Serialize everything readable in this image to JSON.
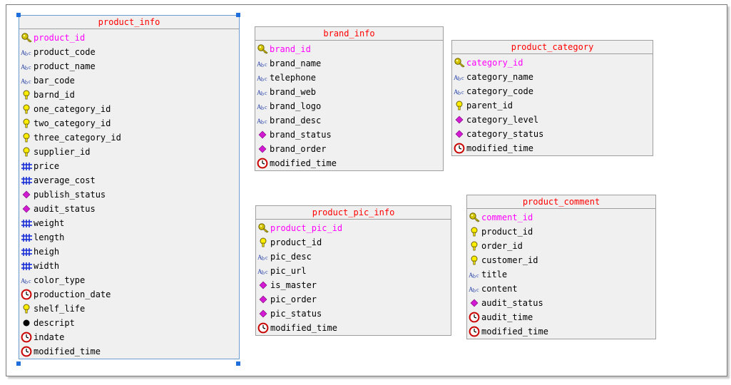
{
  "colors": {
    "title": "#ff0000",
    "primary_key": "#ff00ff",
    "text": "#000000",
    "entity_bg": "#f0f0f0",
    "selection_handle": "#1e6fdc"
  },
  "entities": {
    "product_info": {
      "title": "product_info",
      "fields": [
        {
          "name": "product_id",
          "icon": "primary-key-icon"
        },
        {
          "name": "product_code",
          "icon": "string-type-icon"
        },
        {
          "name": "product_name",
          "icon": "string-type-icon"
        },
        {
          "name": "bar_code",
          "icon": "string-type-icon"
        },
        {
          "name": "barnd_id",
          "icon": "foreign-key-icon"
        },
        {
          "name": "one_category_id",
          "icon": "foreign-key-icon"
        },
        {
          "name": "two_category_id",
          "icon": "foreign-key-icon"
        },
        {
          "name": "three_category_id",
          "icon": "foreign-key-icon"
        },
        {
          "name": "supplier_id",
          "icon": "foreign-key-icon"
        },
        {
          "name": "price",
          "icon": "numeric-type-icon"
        },
        {
          "name": "average_cost",
          "icon": "numeric-type-icon"
        },
        {
          "name": "publish_status",
          "icon": "enum-type-icon"
        },
        {
          "name": "audit_status",
          "icon": "enum-type-icon"
        },
        {
          "name": "weight",
          "icon": "numeric-type-icon"
        },
        {
          "name": "length",
          "icon": "numeric-type-icon"
        },
        {
          "name": "heigh",
          "icon": "numeric-type-icon"
        },
        {
          "name": "width",
          "icon": "numeric-type-icon"
        },
        {
          "name": "color_type",
          "icon": "string-type-icon"
        },
        {
          "name": "production_date",
          "icon": "datetime-type-icon"
        },
        {
          "name": "shelf_life",
          "icon": "foreign-key-icon"
        },
        {
          "name": "descript",
          "icon": "text-type-icon"
        },
        {
          "name": "indate",
          "icon": "datetime-type-icon"
        },
        {
          "name": "modified_time",
          "icon": "datetime-type-icon"
        }
      ]
    },
    "brand_info": {
      "title": "brand_info",
      "fields": [
        {
          "name": "brand_id",
          "icon": "primary-key-icon"
        },
        {
          "name": "brand_name",
          "icon": "string-type-icon"
        },
        {
          "name": "telephone",
          "icon": "string-type-icon"
        },
        {
          "name": "brand_web",
          "icon": "string-type-icon"
        },
        {
          "name": "brand_logo",
          "icon": "string-type-icon"
        },
        {
          "name": "brand_desc",
          "icon": "string-type-icon"
        },
        {
          "name": "brand_status",
          "icon": "enum-type-icon"
        },
        {
          "name": "brand_order",
          "icon": "enum-type-icon"
        },
        {
          "name": "modified_time",
          "icon": "datetime-type-icon"
        }
      ]
    },
    "product_category": {
      "title": "product_category",
      "fields": [
        {
          "name": "category_id",
          "icon": "primary-key-icon"
        },
        {
          "name": "category_name",
          "icon": "string-type-icon"
        },
        {
          "name": "category_code",
          "icon": "string-type-icon"
        },
        {
          "name": "parent_id",
          "icon": "foreign-key-icon"
        },
        {
          "name": "category_level",
          "icon": "enum-type-icon"
        },
        {
          "name": "category_status",
          "icon": "enum-type-icon"
        },
        {
          "name": "modified_time",
          "icon": "datetime-type-icon"
        }
      ]
    },
    "product_pic_info": {
      "title": "product_pic_info",
      "fields": [
        {
          "name": "product_pic_id",
          "icon": "primary-key-icon"
        },
        {
          "name": "product_id",
          "icon": "foreign-key-icon"
        },
        {
          "name": "pic_desc",
          "icon": "string-type-icon"
        },
        {
          "name": "pic_url",
          "icon": "string-type-icon"
        },
        {
          "name": "is_master",
          "icon": "enum-type-icon"
        },
        {
          "name": "pic_order",
          "icon": "enum-type-icon"
        },
        {
          "name": "pic_status",
          "icon": "enum-type-icon"
        },
        {
          "name": "modified_time",
          "icon": "datetime-type-icon"
        }
      ]
    },
    "product_comment": {
      "title": "product_comment",
      "fields": [
        {
          "name": "comment_id",
          "icon": "primary-key-icon"
        },
        {
          "name": "product_id",
          "icon": "foreign-key-icon"
        },
        {
          "name": "order_id",
          "icon": "foreign-key-icon"
        },
        {
          "name": "customer_id",
          "icon": "foreign-key-icon"
        },
        {
          "name": "title",
          "icon": "string-type-icon"
        },
        {
          "name": "content",
          "icon": "string-type-icon"
        },
        {
          "name": "audit_status",
          "icon": "enum-type-icon"
        },
        {
          "name": "audit_time",
          "icon": "datetime-type-icon"
        },
        {
          "name": "modified_time",
          "icon": "datetime-type-icon"
        }
      ]
    }
  }
}
